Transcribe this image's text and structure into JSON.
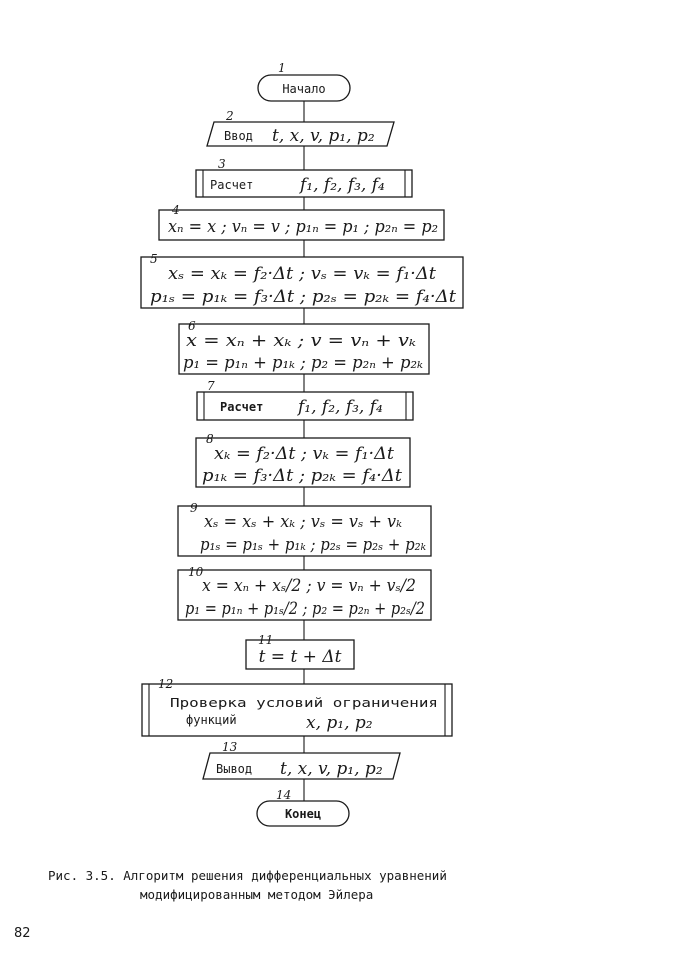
{
  "blocks": [
    {
      "num": "1",
      "lines": [
        "Начало"
      ]
    },
    {
      "num": "2",
      "prefix": "Ввод",
      "lines": [
        "t, x, v, p₁, p₂"
      ]
    },
    {
      "num": "3",
      "prefix": "Расчет",
      "lines": [
        "f₁, f₂, f₃, f₄"
      ]
    },
    {
      "num": "4",
      "lines": [
        "xₙ = x ;  vₙ = v ;  p₁ₙ = p₁ ; p₂ₙ = p₂"
      ]
    },
    {
      "num": "5",
      "lines": [
        "xₛ = xₖ = f₂·Δt ;  vₛ = vₖ = f₁·Δt",
        "p₁ₛ = p₁ₖ = f₃·Δt ;  p₂ₛ = p₂ₖ = f₄·Δt"
      ]
    },
    {
      "num": "6",
      "lines": [
        "x = xₙ + xₖ ;  v = vₙ + vₖ",
        "p₁ = p₁ₙ + p₁ₖ ; p₂ = p₂ₙ + p₂ₖ"
      ]
    },
    {
      "num": "7",
      "prefix": "Расчет",
      "lines": [
        "f₁, f₂, f₃, f₄"
      ]
    },
    {
      "num": "8",
      "lines": [
        "xₖ = f₂·Δt ; vₖ = f₁·Δt",
        "p₁ₖ = f₃·Δt ; p₂ₖ = f₄·Δt"
      ]
    },
    {
      "num": "9",
      "lines": [
        "xₛ = xₛ + xₖ ; vₛ = vₛ + vₖ",
        "p₁ₛ = p₁ₛ + p₁ₖ ; p₂ₛ = p₂ₛ + p₂ₖ"
      ]
    },
    {
      "num": "10",
      "lines": [
        "x = xₙ + xₛ/2 ; v = vₙ + vₛ/2",
        "p₁ = p₁ₙ + p₁ₛ/2 ; p₂ = p₂ₙ + p₂ₛ/2"
      ]
    },
    {
      "num": "11",
      "lines": [
        "t = t + Δt"
      ]
    },
    {
      "num": "12",
      "lines": [
        "Проверка условий ограничения",
        "функций",
        "x, p₁, p₂"
      ]
    },
    {
      "num": "13",
      "prefix": "Вывод",
      "lines": [
        "t, x, v, p₁, p₂"
      ]
    },
    {
      "num": "14",
      "lines": [
        "Конец"
      ]
    }
  ],
  "caption": {
    "line1": "Рис. 3.5. Алгоритм решения дифференциальных уравнений",
    "line2": "модифицированным методом Эйлера"
  },
  "page_number": "82"
}
